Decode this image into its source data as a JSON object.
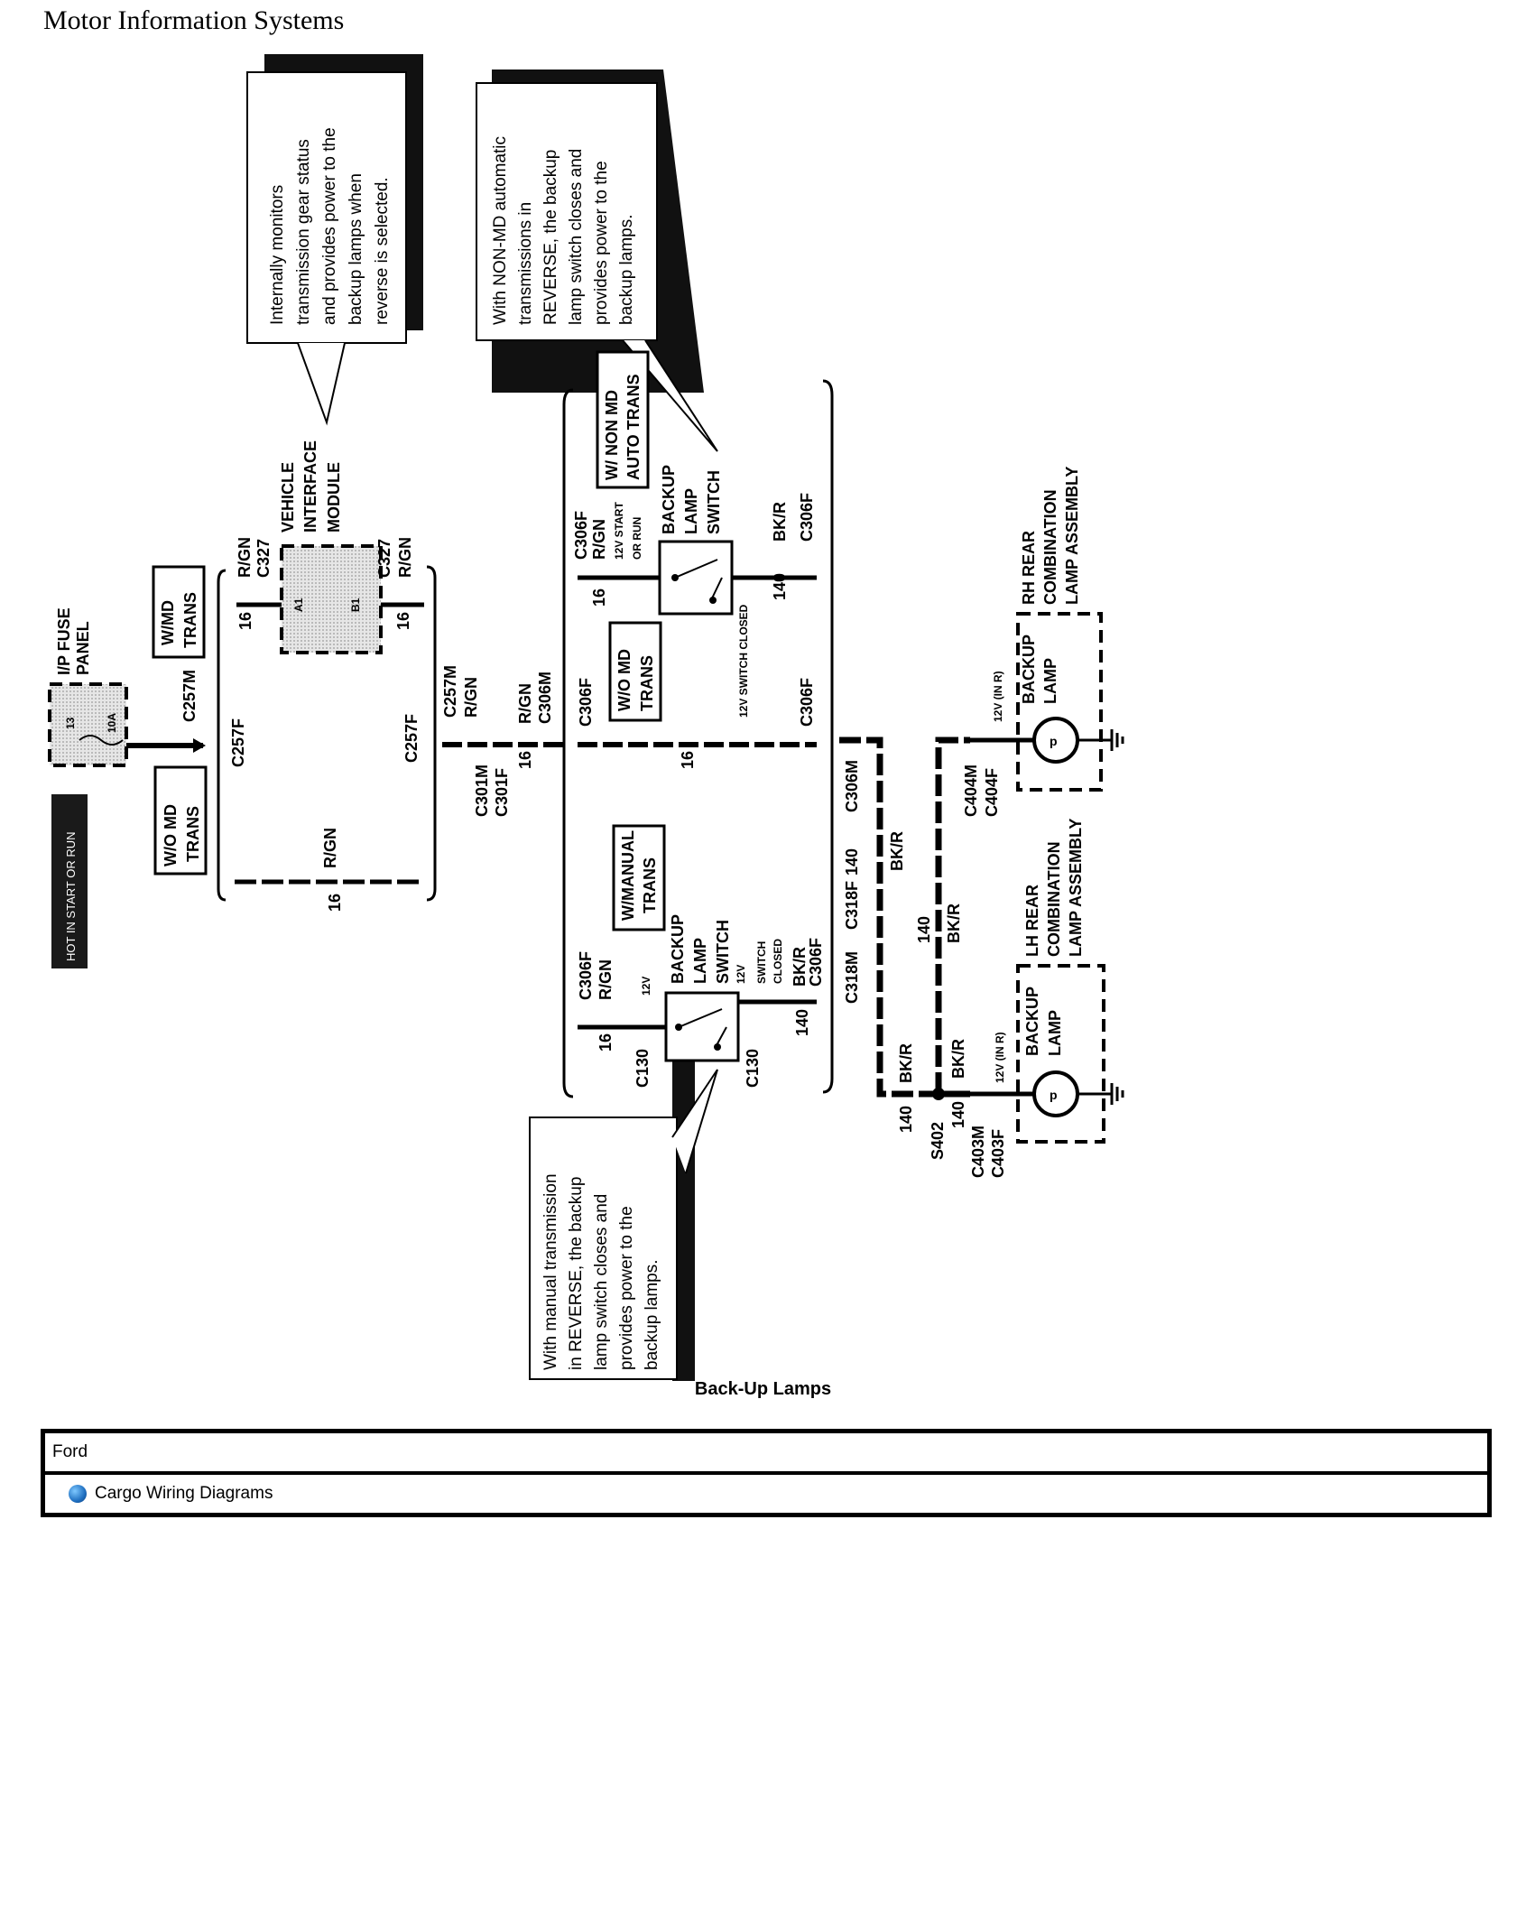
{
  "header": {
    "title": "Motor Information Systems"
  },
  "diagram": {
    "hot_label": "HOT IN START OR RUN",
    "fuse_panel": {
      "name": [
        "I/P FUSE",
        "PANEL"
      ],
      "fuse_num": "13",
      "fuse_amp": "10A"
    },
    "wo_md_trans": [
      "W/O MD",
      "TRANS"
    ],
    "w_md_trans": [
      "W/MD",
      "TRANS"
    ],
    "w_md_trans_b": [
      "W/O MD",
      "TRANS"
    ],
    "w_manual_trans": [
      "W/MANUAL",
      "TRANS"
    ],
    "w_non_md_auto": [
      "W/ NON MD",
      "AUTO TRANS"
    ],
    "vim": {
      "name": [
        "VEHICLE",
        "INTERFACE",
        "MODULE"
      ],
      "pin_a": "A1",
      "pin_b": "B1"
    },
    "switch_label": [
      "BACKUP",
      "LAMP",
      "SWITCH"
    ],
    "connectors": {
      "c257m": "C257M",
      "c257f": "C257F",
      "c327": "C327",
      "c301m": "C301M",
      "c301f": "C301F",
      "c306m": "C306M",
      "c306f": "C306F",
      "c130": "C130",
      "c318m": "C318M",
      "c318f": "C318F",
      "s402": "S402",
      "c403m": "C403M",
      "c403f": "C403F",
      "c404m": "C404M",
      "c404f": "C404F"
    },
    "wire": {
      "rgn": "R/GN",
      "bkr": "BK/R",
      "gauge16": "16",
      "circuit140": "140"
    },
    "voltage": {
      "v12": "12V",
      "start_run": "12V START",
      "or_run": "OR RUN",
      "switch_closed": "12V  SWITCH CLOSED",
      "switch_word": "SWITCH",
      "closed_word": "CLOSED",
      "in_r": "12V (IN R)"
    },
    "rh_lamp": [
      "RH REAR",
      "COMBINATION",
      "LAMP ASSEMBLY"
    ],
    "lh_lamp": [
      "LH REAR",
      "COMBINATION",
      "LAMP ASSEMBLY"
    ],
    "backup_lamp": [
      "BACKUP",
      "LAMP"
    ],
    "callout_vim": [
      "Internally monitors",
      "transmission gear status",
      "and provides power to the",
      "backup lamps when",
      "reverse is selected."
    ],
    "callout_nonmd": [
      "With NON-MD automatic",
      "transmissions in",
      "REVERSE, the backup",
      "lamp switch closes and",
      "provides power to the",
      "backup lamps."
    ],
    "callout_manual": [
      "With manual transmission",
      "in REVERSE, the backup",
      "lamp switch closes and",
      "provides power to the",
      "backup lamps."
    ]
  },
  "caption": "Back-Up Lamps",
  "footer": {
    "make": "Ford",
    "link": "Cargo Wiring Diagrams"
  }
}
